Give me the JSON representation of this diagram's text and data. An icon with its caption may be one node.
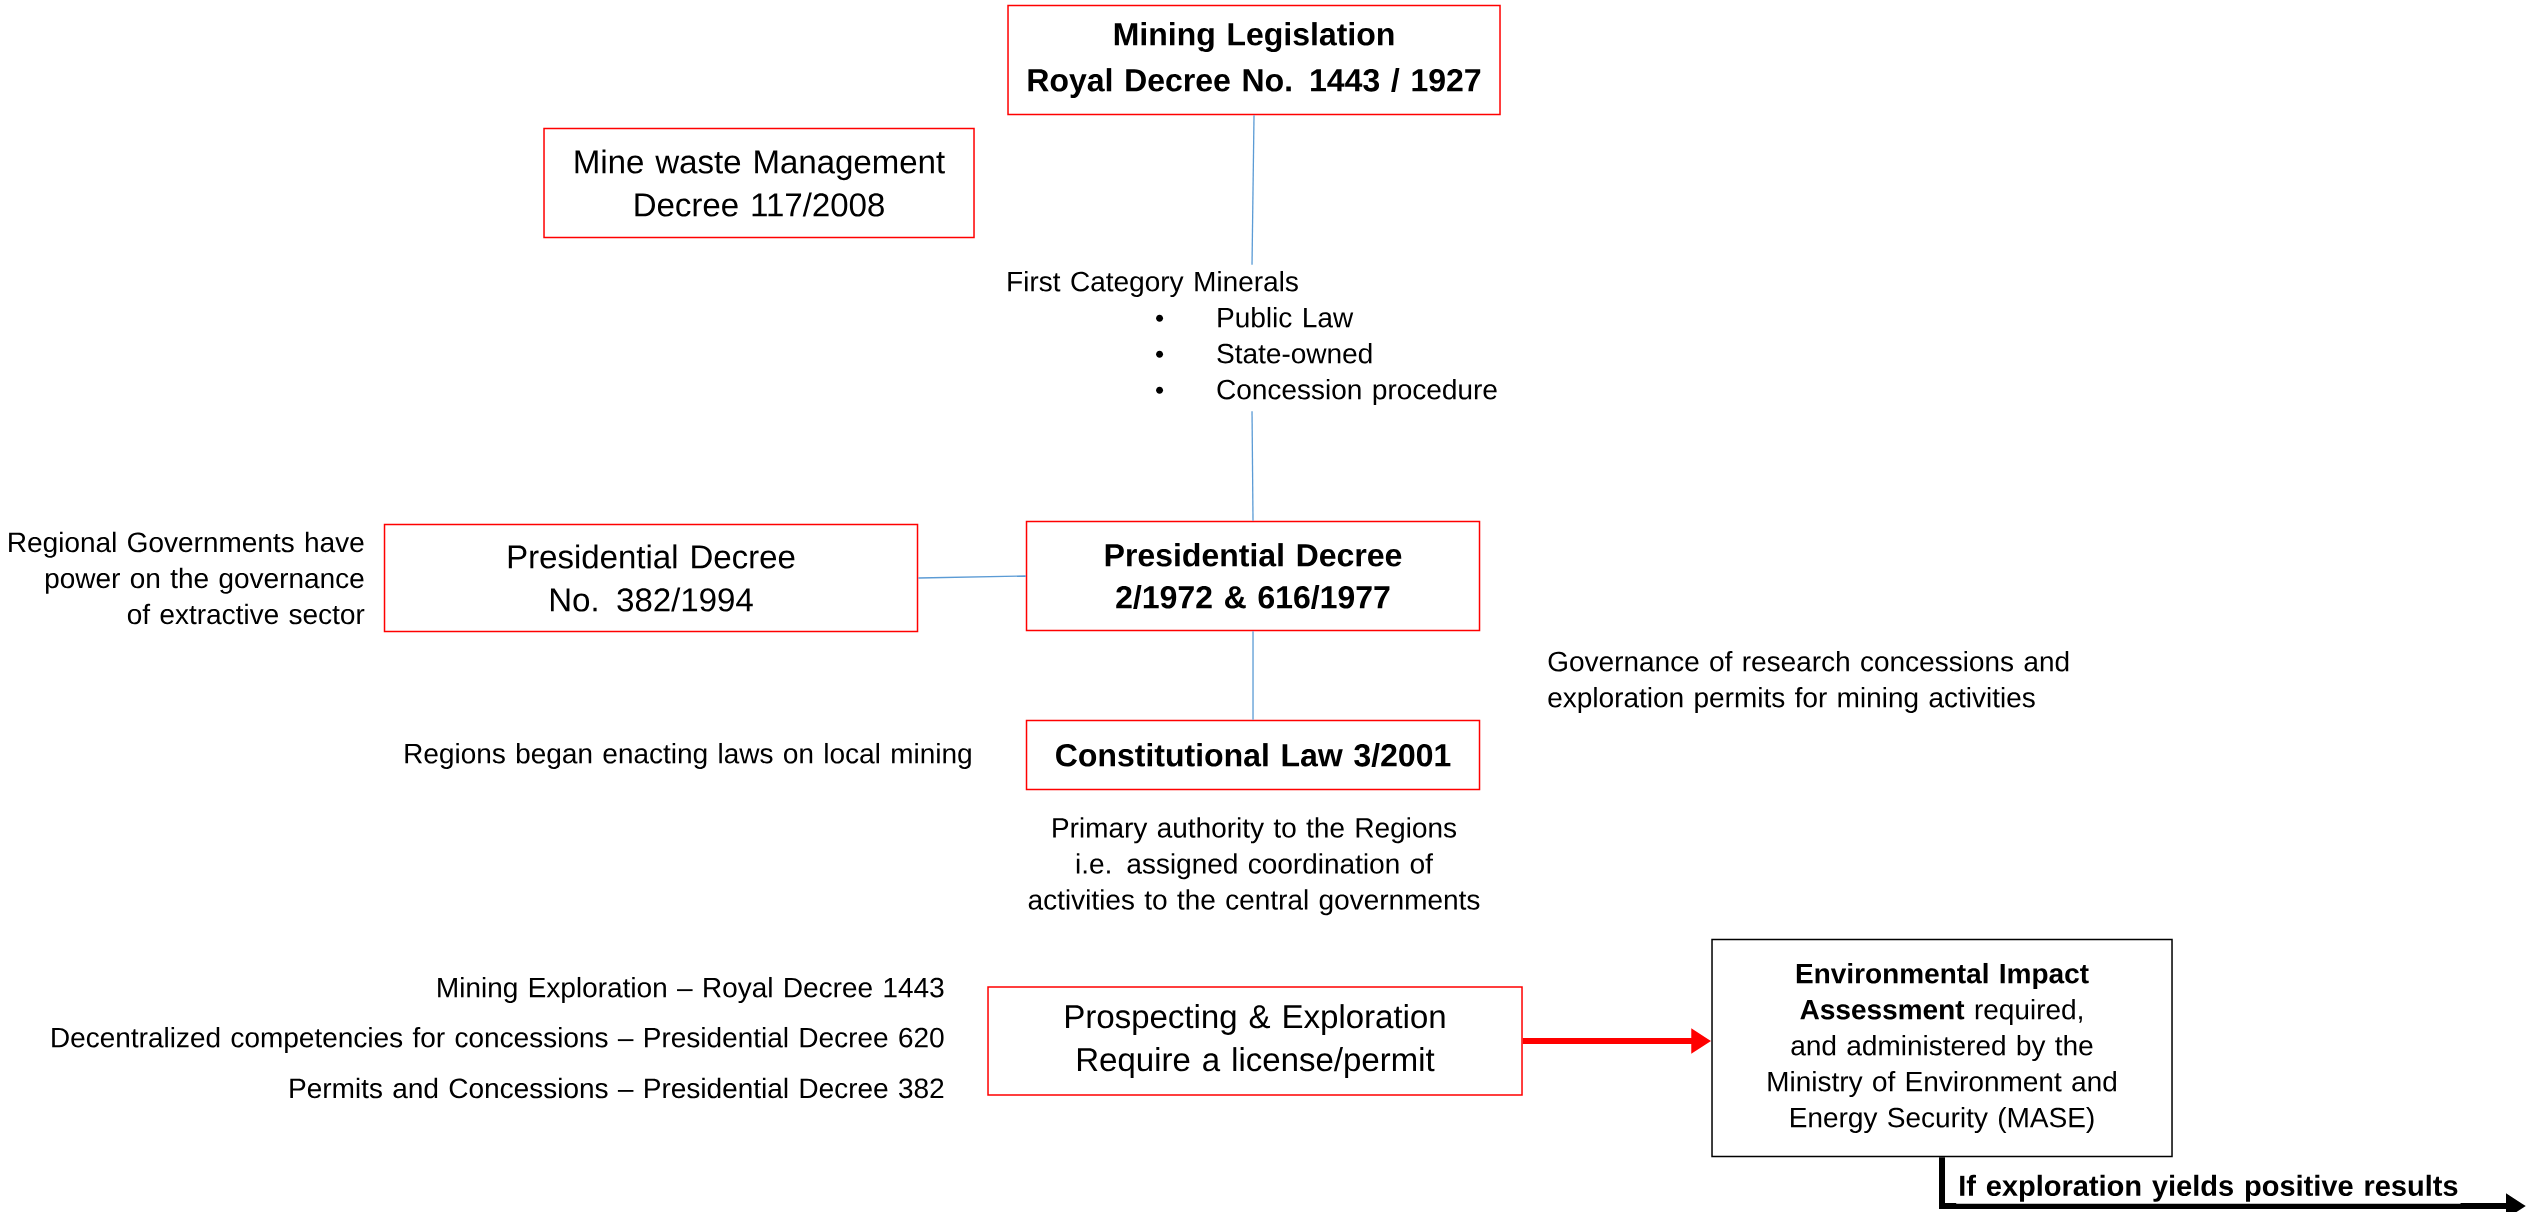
{
  "diagram": {
    "nodes": [
      {
        "text": [
          "Mining Legislation",
          "Royal Decree No. 1443 / 1927"
        ]
      },
      {
        "text": [
          "Mine waste Management Decree 117/2008"
        ]
      },
      {
        "text": [
          "First Category Minerals",
          "Public Law",
          "State-owned",
          "Concession procedure"
        ]
      },
      {
        "text": [
          "Presidential Decree No. 382/1994"
        ],
        "beside": [
          "Regional Governments have power on the governance of extractive sector"
        ]
      },
      {
        "text": [
          "Presidential Decree 2/1972 & 616/1977"
        ]
      },
      {
        "text": [
          "Constitutional Law 3/2001"
        ],
        "beside": [
          "Regions began enacting laws on local mining",
          "Primary authority to the Regions i.e. assigned coordination of activities to the central governments"
        ]
      },
      {
        "text": [
          "Prospecting & Exploration Require a license/permit"
        ]
      },
      {
        "text": [
          "**Environmental Impact Assessment** required, and administered by the Ministry of Environment and Energy Security (MASE)"
        ]
      }
    ],
    "edges": [
      {
        "from": 0,
        "to": 2,
        "arrow": "none"
      },
      {
        "from": 2,
        "to": 4,
        "arrow": "none"
      },
      {
        "from": 3,
        "to": 4,
        "arrow": "none"
      },
      {
        "from": 4,
        "to": 5,
        "arrow": "none"
      },
      {
        "from": 6,
        "to": 7,
        "arrow": "to",
        "style": "thick",
        "color": "#ff0000"
      },
      {
        "from": 7,
        "to": null,
        "arrow": "to",
        "style": "thick",
        "color": "#000000",
        "label": "If exploration yields positive results"
      }
    ],
    "labels": [
      "Governance of research concessions and exploration permits for mining activities",
      "Mining Exploration – Royal Decree 1443",
      "Decentralized competencies for concessions – Presidential Decree 620",
      "Permits and Concessions – Presidential Decree 382"
    ]
  }
}
